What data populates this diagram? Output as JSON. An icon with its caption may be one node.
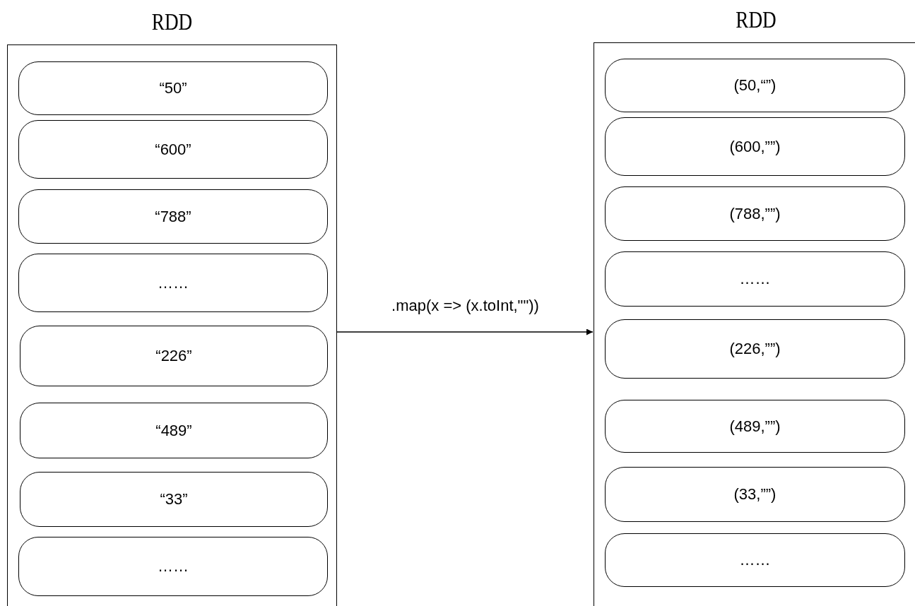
{
  "diagram": {
    "nodes": [
      {
        "text": [
          "RDD"
        ]
      },
      {
        "text": [
          "“50”"
        ],
        "in": 0
      },
      {
        "text": [
          "“600”"
        ],
        "in": 0
      },
      {
        "text": [
          "“788”"
        ],
        "in": 0
      },
      {
        "text": [
          "……"
        ],
        "in": 0
      },
      {
        "text": [
          "“226”"
        ],
        "in": 0
      },
      {
        "text": [
          "“489”"
        ],
        "in": 0
      },
      {
        "text": [
          "“33”"
        ],
        "in": 0
      },
      {
        "text": [
          "……"
        ],
        "in": 0
      },
      {
        "text": [
          "RDD"
        ]
      },
      {
        "text": [
          "(50,“”)"
        ],
        "in": 9
      },
      {
        "text": [
          "(600,””)"
        ],
        "in": 9
      },
      {
        "text": [
          "(788,””)"
        ],
        "in": 9
      },
      {
        "text": [
          "……"
        ],
        "in": 9
      },
      {
        "text": [
          "(226,””)"
        ],
        "in": 9
      },
      {
        "text": [
          "(489,””)"
        ],
        "in": 9
      },
      {
        "text": [
          "(33,””)"
        ],
        "in": 9
      },
      {
        "text": [
          "……"
        ],
        "in": 9
      }
    ],
    "edges": [
      {
        "from": 0,
        "to": 9,
        "arrow": "to",
        "label": ".map(x => (x.toInt,\"\"))"
      }
    ]
  }
}
